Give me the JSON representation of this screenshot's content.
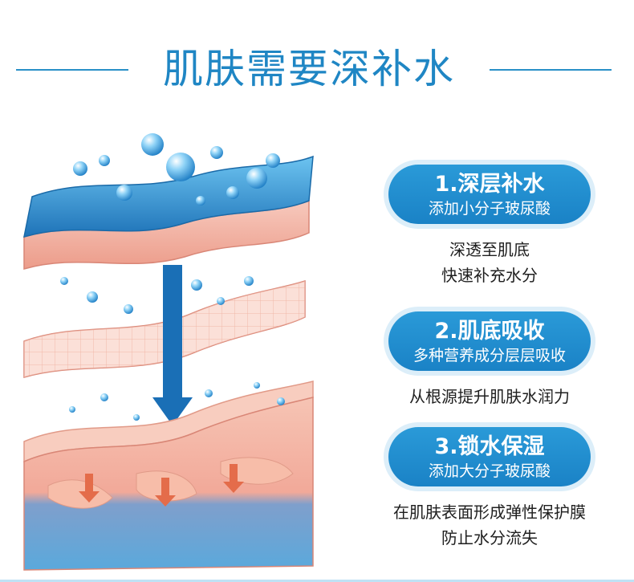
{
  "header": {
    "title": "肌肤需要深补水"
  },
  "steps": [
    {
      "title": "1.深层补水",
      "subtitle": "添加小分子玻尿酸",
      "desc": [
        "深透至肌底",
        "快速补充水分"
      ]
    },
    {
      "title": "2.肌底吸收",
      "subtitle": "多种营养成分层层吸收",
      "desc": [
        "从根源提升肌肤水润力"
      ]
    },
    {
      "title": "3.锁水保湿",
      "subtitle": "添加大分子玻尿酸",
      "desc": [
        "在肌肤表面形成弹性保护膜",
        "防止水分流失"
      ]
    }
  ],
  "colors": {
    "accent": "#1f86c4",
    "pill": "#1a82c6",
    "skin": "#f4b6a4",
    "water": "#3a9ad6"
  },
  "icons": [
    "water-droplet-icon",
    "down-arrow-icon"
  ]
}
